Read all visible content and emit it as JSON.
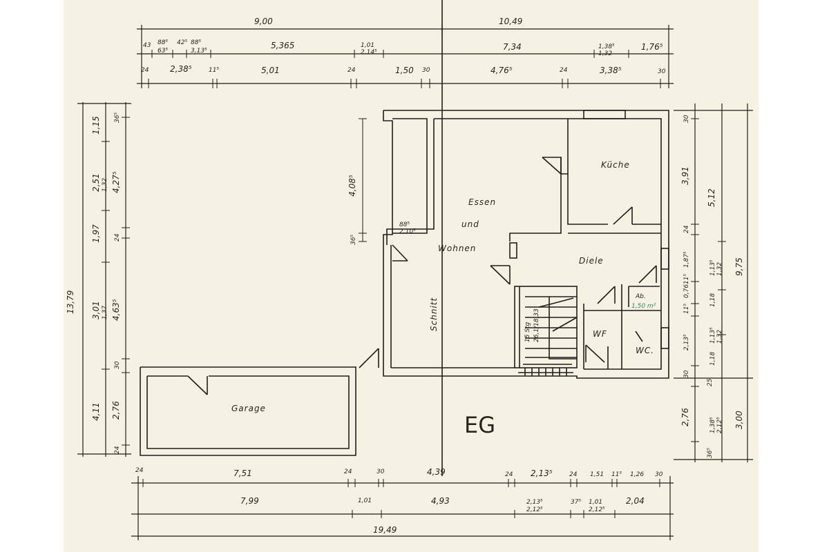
{
  "drawing": {
    "floor_label": "EG",
    "section_label": "Schnitt",
    "area_note": "1,50 m²"
  },
  "rooms": {
    "kueche": "Küche",
    "essen": "Essen",
    "und": "und",
    "wohnen": "Wohnen",
    "diele": "Diele",
    "abst": "Ab.",
    "wf": "WF",
    "wc": "WC.",
    "garage": "Garage",
    "stair": "15 Stg",
    "stair2": "26,1/18,33"
  },
  "dims_top": {
    "r1": [
      "9,00",
      "10,49"
    ],
    "r2": [
      "43",
      "88⁵",
      "63⁵",
      "42⁵",
      "88⁵",
      "3,13⁵",
      "5,365",
      "1,01",
      "2,14⁵",
      "7,34",
      "1,38⁵",
      "1,32",
      "1,76⁵"
    ],
    "r3": [
      "24",
      "2,38⁵",
      "11⁵",
      "5,01",
      "24",
      "1,50",
      "30",
      "4,76⁵",
      "24",
      "3,38⁵",
      "30"
    ]
  },
  "dims_left": {
    "total": "13,79",
    "r1": [
      "1,15",
      "2,51",
      "1,32",
      "1,97",
      "3,01",
      "1,37",
      "4,11"
    ],
    "r2": [
      "36⁵",
      "4,27⁵",
      "24",
      "4,63⁵",
      "30",
      "2,76",
      "24"
    ]
  },
  "dims_right": {
    "r1": [
      "30",
      "3,91",
      "24",
      "1,87⁵",
      "11⁵",
      "0,76",
      "11⁵",
      "2,13⁵",
      "30",
      "25",
      "2,76",
      "36⁵"
    ],
    "r2": [
      "5,12",
      "1,13⁵",
      "1,32",
      "1,18",
      "1,13⁵",
      "1,32",
      "1,18",
      "1,38⁵",
      "2,12⁵"
    ],
    "r3": [
      "9,75",
      "3,00"
    ]
  },
  "dims_bottom": {
    "r1": [
      "24",
      "7,51",
      "24",
      "30",
      "4,39",
      "24",
      "2,13⁵",
      "24",
      "1,51",
      "11⁵",
      "1,26",
      "30"
    ],
    "r2": [
      "7,99",
      "1,01",
      "4,93",
      "2,13⁵",
      "2,12⁵",
      "37⁵",
      "1,01",
      "2,12⁵",
      "2,04"
    ],
    "r3": [
      "19,49"
    ]
  },
  "interior_dims": [
    "4,08⁵",
    "36⁵",
    "88⁵",
    "2,10⁵"
  ]
}
